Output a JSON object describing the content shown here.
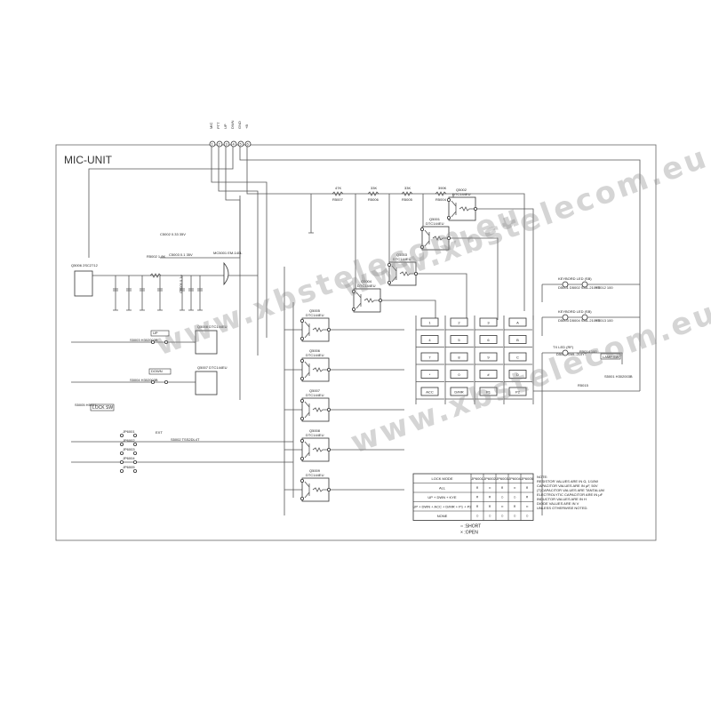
{
  "title": "MIC-UNIT",
  "connector_pins": [
    "1",
    "2",
    "3",
    "4",
    "5",
    "6"
  ],
  "connector_signals": [
    "MIC",
    "PTT",
    "UP",
    "DWN",
    "GND",
    "+B"
  ],
  "resistors_top": [
    {
      "ref": "R5007",
      "value": "47K"
    },
    {
      "ref": "R5006",
      "value": "33K"
    },
    {
      "ref": "R5005",
      "value": "33K"
    },
    {
      "ref": "R5004",
      "value": "390K"
    }
  ],
  "transistors": [
    {
      "ref": "Q5002",
      "part": "DTC144EU"
    },
    {
      "ref": "Q5001",
      "part": "DTC144EU"
    },
    {
      "ref": "Q5003",
      "part": "DTC144EU"
    },
    {
      "ref": "Q5004",
      "part": "DTC144EU"
    },
    {
      "ref": "Q5005",
      "part": "DTC144EU"
    },
    {
      "ref": "Q5006",
      "part": "DTC144EU"
    },
    {
      "ref": "Q5007",
      "part": "DTC144EU"
    },
    {
      "ref": "Q5008",
      "part": "DTC144EU"
    },
    {
      "ref": "Q5009",
      "part": "DTC144EU"
    }
  ],
  "mic_section": {
    "q5006": "Q5006 2SC2712",
    "c5002": "C5002 0.33 35V",
    "r5002": "R5002 1.8K",
    "c5003": "C5003 0.1 35V",
    "mic": "MC5001 EM-140L",
    "c5009": "C5009 0.1u"
  },
  "switches": {
    "up_label": "UP",
    "up_ref": "S5003 H302003B",
    "down_label": "DOWN",
    "down_ref": "S5004 H302003B",
    "lock_label": "LOCK SW",
    "lock_ref": "S5005 H5051",
    "ext_label": "EXT",
    "ext_ref": "S5002 TSS2DL4T",
    "q5008": "Q5008 DTC144EU",
    "q5007": "Q5007 DTC144EU"
  },
  "keypad": [
    "1",
    "2",
    "3",
    "A",
    "4",
    "5",
    "6",
    "B",
    "7",
    "8",
    "9",
    "C",
    "*",
    "0",
    "#",
    "D",
    "ACC",
    "D/MR",
    "P1",
    "P2"
  ],
  "leds": {
    "keyboard1": "KEYBORD LED (SB)",
    "keyboard1_parts": "D5001 D5002 SML-210YT",
    "keyboard1_r": "R5012 100",
    "keyboard2": "KEYBORD LED (SB)",
    "keyboard2_parts": "D5003 D5004 SML-210YT",
    "keyboard2_r": "R5013 100",
    "tx": "TX LED (RF)",
    "tx_parts": "D5005 SML-210YT",
    "tx_r": "R5014 100",
    "lamp_label": "LAMP SW",
    "lamp_ref": "S5001 H302003B",
    "r5015": "R5015"
  },
  "lock_table": {
    "headers": [
      "LOCK MODE",
      "JP6001",
      "JP6002",
      "JP6003",
      "JP6004",
      "JP6005"
    ],
    "rows": [
      [
        "ALL",
        "×",
        "○",
        "×",
        "○",
        "×"
      ],
      [
        "UP + DWN + KYE",
        "×",
        "×",
        "○",
        "○",
        "×"
      ],
      [
        "UP + DWN + ACC + D/MR + P1 + P2",
        "×",
        "×",
        "○",
        "×",
        "○"
      ],
      [
        "NONE",
        "○",
        "○",
        "○",
        "○",
        "○"
      ]
    ],
    "legend": [
      "○ :SHORT",
      "× :OPEN"
    ]
  },
  "notes": [
    "NOTE:",
    "RESISTOR VALUES ARE IN Ω, 1/10W",
    "CAPACITOR VALUES ARE IN μF, 50V",
    "(T)CAPACITOR VALUES ARE TANTALUM",
    "ELECTROLYTIC CAPACITOR ARE IN μF",
    "INDUCTOR VALUES ARE IN H",
    "DIODE VALUES ARE IN V",
    "UNLESS OTHERWISE NOTED."
  ],
  "watermark": "www.xbstelecom.eu"
}
